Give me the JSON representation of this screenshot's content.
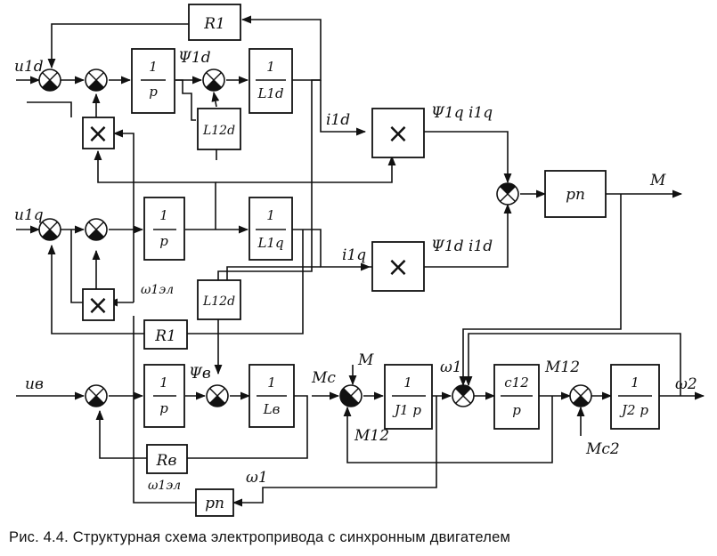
{
  "caption": "Рис. 4.4. Структурная схема электропривода с синхронным двигателем",
  "blocks": {
    "r1_top": "R1",
    "int_1d_num": "1",
    "int_1d_den": "p",
    "l1d_num": "1",
    "l1d_den": "L1d",
    "l12d_top": "L12d",
    "int_1q_num": "1",
    "int_1q_den": "p",
    "l1q_num": "1",
    "l1q_den": "L1q",
    "l12d_mid": "L12d",
    "r1_bottom": "R1",
    "int_v_num": "1",
    "int_v_den": "p",
    "lv_num": "1",
    "lv_den": "Lв",
    "rv": "Rв",
    "pn_bottom": "pп",
    "pn_top": "pп",
    "j1_num": "1",
    "j1_den": "J1 p",
    "c12_num": "c12",
    "c12_den": "p",
    "j2_num": "1",
    "j2_den": "J2 p",
    "mult_symbol": "×"
  },
  "labels": {
    "u1d": "u1d",
    "u1q": "u1q",
    "uv": "uв",
    "psi1d": "Ψ1d",
    "psiv": "Ψв",
    "i1d": "i1d",
    "i1q": "i1q",
    "psi1q_i1q": "Ψ1q i1q",
    "psi1d_i1d": "Ψ1d i1d",
    "M": "M",
    "omega_el_top": "ω1эл",
    "omega_el_bottom": "ω1эл",
    "omega1_feedback": "ω1",
    "Mc": "Mc",
    "M_in": "M",
    "M12_fb": "M12",
    "omega1": "ω1",
    "M12": "M12",
    "Mc2": "Mc2",
    "omega2": "ω2"
  }
}
